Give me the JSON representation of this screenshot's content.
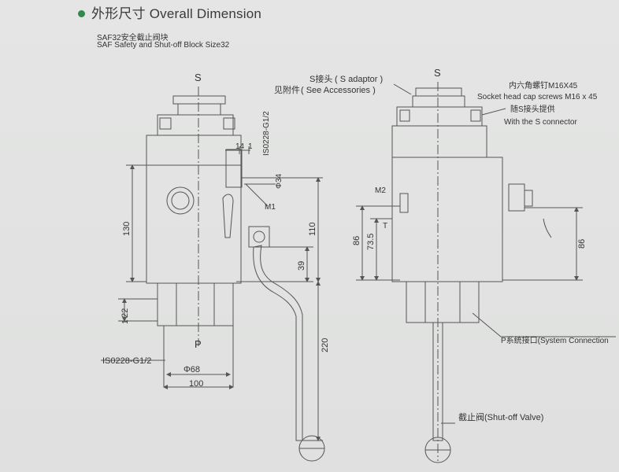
{
  "header": {
    "title": "外形尺寸 Overall Dimension",
    "subtitle_cn": "SAF32安全截止阀块",
    "subtitle_en": "SAF Safety and Shut-off Block Size32"
  },
  "left_view": {
    "port_s": "S",
    "port_p": "P",
    "thread_top": "IS0228-G1/2",
    "thread_bottom": "IS0228-G1/2",
    "m1": "M1",
    "dim_14": "14",
    "dim_1_top": "1",
    "dim_phi34": "Φ34",
    "dim_130": "130",
    "dim_110": "110",
    "dim_39": "39",
    "dim_220": "220",
    "dim_22": "22",
    "dim_1_bottom": "1",
    "dim_phi68": "Φ68",
    "dim_100": "100"
  },
  "right_view": {
    "port_s": "S",
    "s_adaptor_cn": "S接头",
    "s_adaptor_en": "( S adaptor )",
    "see_acc_cn": "见附件",
    "see_acc_en": "( See Accessories )",
    "screw_cn": "内六角螺钉M16X45",
    "screw_en": "Socket head cap screws M16 x 45",
    "with_s_cn": "随S接头提供",
    "with_s_en": "With the S connector",
    "m2": "M2",
    "t": "T",
    "dim_86_left": "86",
    "dim_73_5": "73.5",
    "dim_86_right": "86",
    "p_conn": "P系统接口(System Connection",
    "shutoff": "截止阀(Shut-off Valve)"
  },
  "colors": {
    "line": "#555555",
    "accent": "#2f8a4c",
    "background": "#e2e3e2"
  }
}
